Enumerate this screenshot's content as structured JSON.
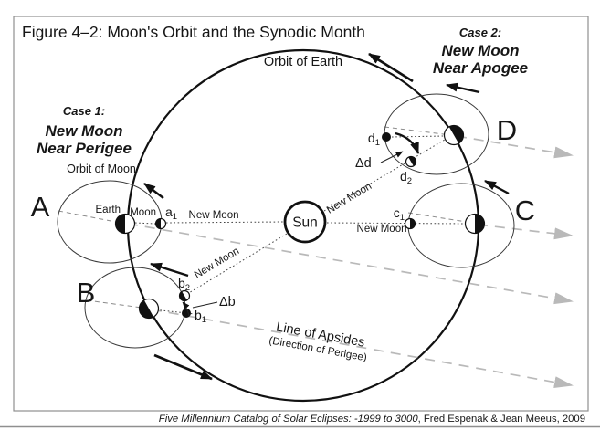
{
  "figure": {
    "title": "Figure 4–2: Moon's Orbit and the Synodic Month",
    "attribution_italic": "Five Millennium Catalog of Solar Eclipses: -1999 to 3000",
    "attribution_rest": ", Fred Espenak & Jean Meeus, 2009"
  },
  "cases": {
    "case1": {
      "heading": "Case 1:",
      "line1": "New Moon",
      "line2": "Near Perigee"
    },
    "case2": {
      "heading": "Case 2:",
      "line1": "New Moon",
      "line2": "Near Apogee"
    }
  },
  "labels": {
    "orbit_of_earth": "Orbit of Earth",
    "orbit_of_moon": "Orbit of Moon",
    "sun": "Sun",
    "earth": "Earth",
    "moon": "Moon",
    "new_moon": "New Moon",
    "line_of_apsides": "Line of Apsides",
    "direction_of_perigee": "(Direction of Perigee)",
    "position_a": "A",
    "position_b": "B",
    "position_c": "C",
    "position_d": "D",
    "delta_b": "Δb",
    "delta_d": "Δd"
  },
  "points": {
    "a1": {
      "base": "a",
      "sub": "1"
    },
    "b1": {
      "base": "b",
      "sub": "1"
    },
    "b2": {
      "base": "b",
      "sub": "2"
    },
    "c1": {
      "base": "c",
      "sub": "1"
    },
    "d1": {
      "base": "d",
      "sub": "1"
    },
    "d2": {
      "base": "d",
      "sub": "2"
    }
  },
  "colors": {
    "ink": "#111111",
    "apsides_dash_gray": "#b9b9b9",
    "frame_gray": "#8f8f8f",
    "background": "#ffffff"
  }
}
